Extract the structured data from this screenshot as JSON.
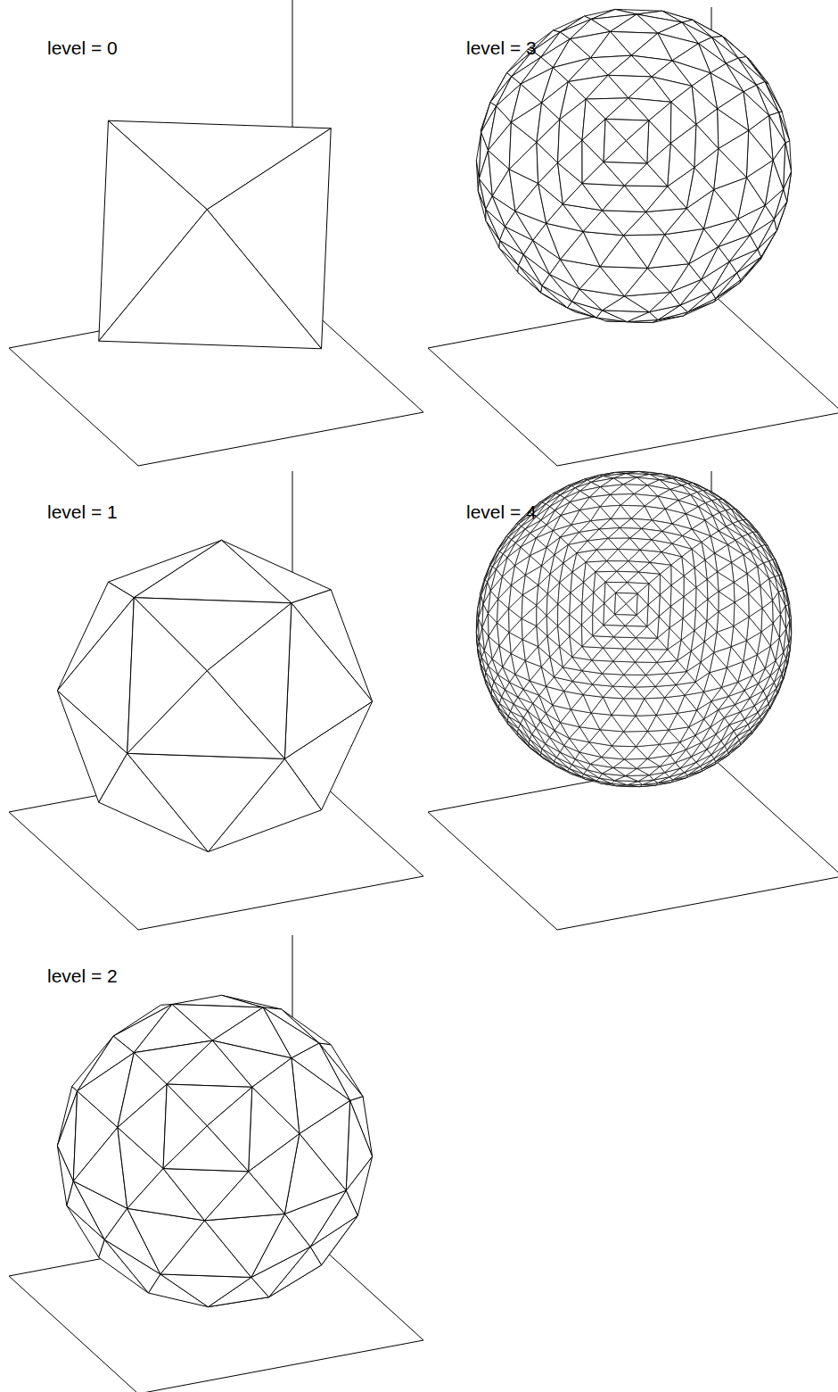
{
  "diagram": {
    "labels": [
      "level = 0",
      "level = 3",
      "level = 1",
      "level = 4",
      "level = 2"
    ]
  }
}
